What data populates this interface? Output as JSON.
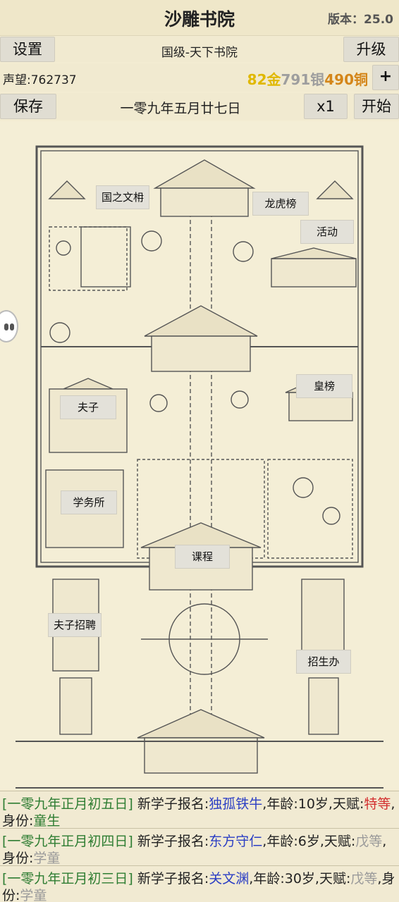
{
  "header": {
    "title": "沙雕书院",
    "version": "版本：25.0"
  },
  "toolbar": {
    "settings_label": "设置",
    "academy_level": "国级-天下书院",
    "upgrade_label": "升级",
    "reputation": "声望:762737",
    "gold": "82金",
    "silver": "791银",
    "copper": "490铜",
    "add_label": "+",
    "save_label": "保存",
    "date": "一零九年五月廿七日",
    "speed_label": "x1",
    "start_label": "开始"
  },
  "map": {
    "labels": {
      "wenmiao": "国之文枏",
      "longhubang": "龙虎榜",
      "activity": "活动",
      "huangbang": "皇榜",
      "fuzi": "夫子",
      "xuewusuo": "学务所",
      "course": "课程",
      "hire_teacher": "夫子招聘",
      "admissions": "招生办"
    }
  },
  "log": [
    {
      "date": "[一零九年正月初五日]",
      "prefix": " 新学子报名:",
      "name": "独孤铁牛",
      "mid": ",年龄:10岁,天赋:",
      "talent": "特等",
      "tail": ",身份:",
      "status": "童生"
    },
    {
      "date": "[一零九年正月初四日]",
      "prefix": " 新学子报名:",
      "name": "东方守仁",
      "mid": ",年龄:6岁,天赋:",
      "talent": "戊等",
      "tail": ",身份:",
      "status": "学童"
    },
    {
      "date": "[一零九年正月初三日]",
      "prefix": " 新学子报名:",
      "name": "关文渊",
      "mid": ",年龄:30岁,天赋:",
      "talent": "戊等",
      "tail": ",身份:",
      "status": "学童"
    }
  ],
  "colors": {
    "gold": "#e0b800",
    "silver": "#9e9e9e",
    "copper": "#d4861a",
    "date_green": "#2e7d32",
    "name_blue": "#2b3ec4",
    "special_red": "#d32f2f"
  }
}
